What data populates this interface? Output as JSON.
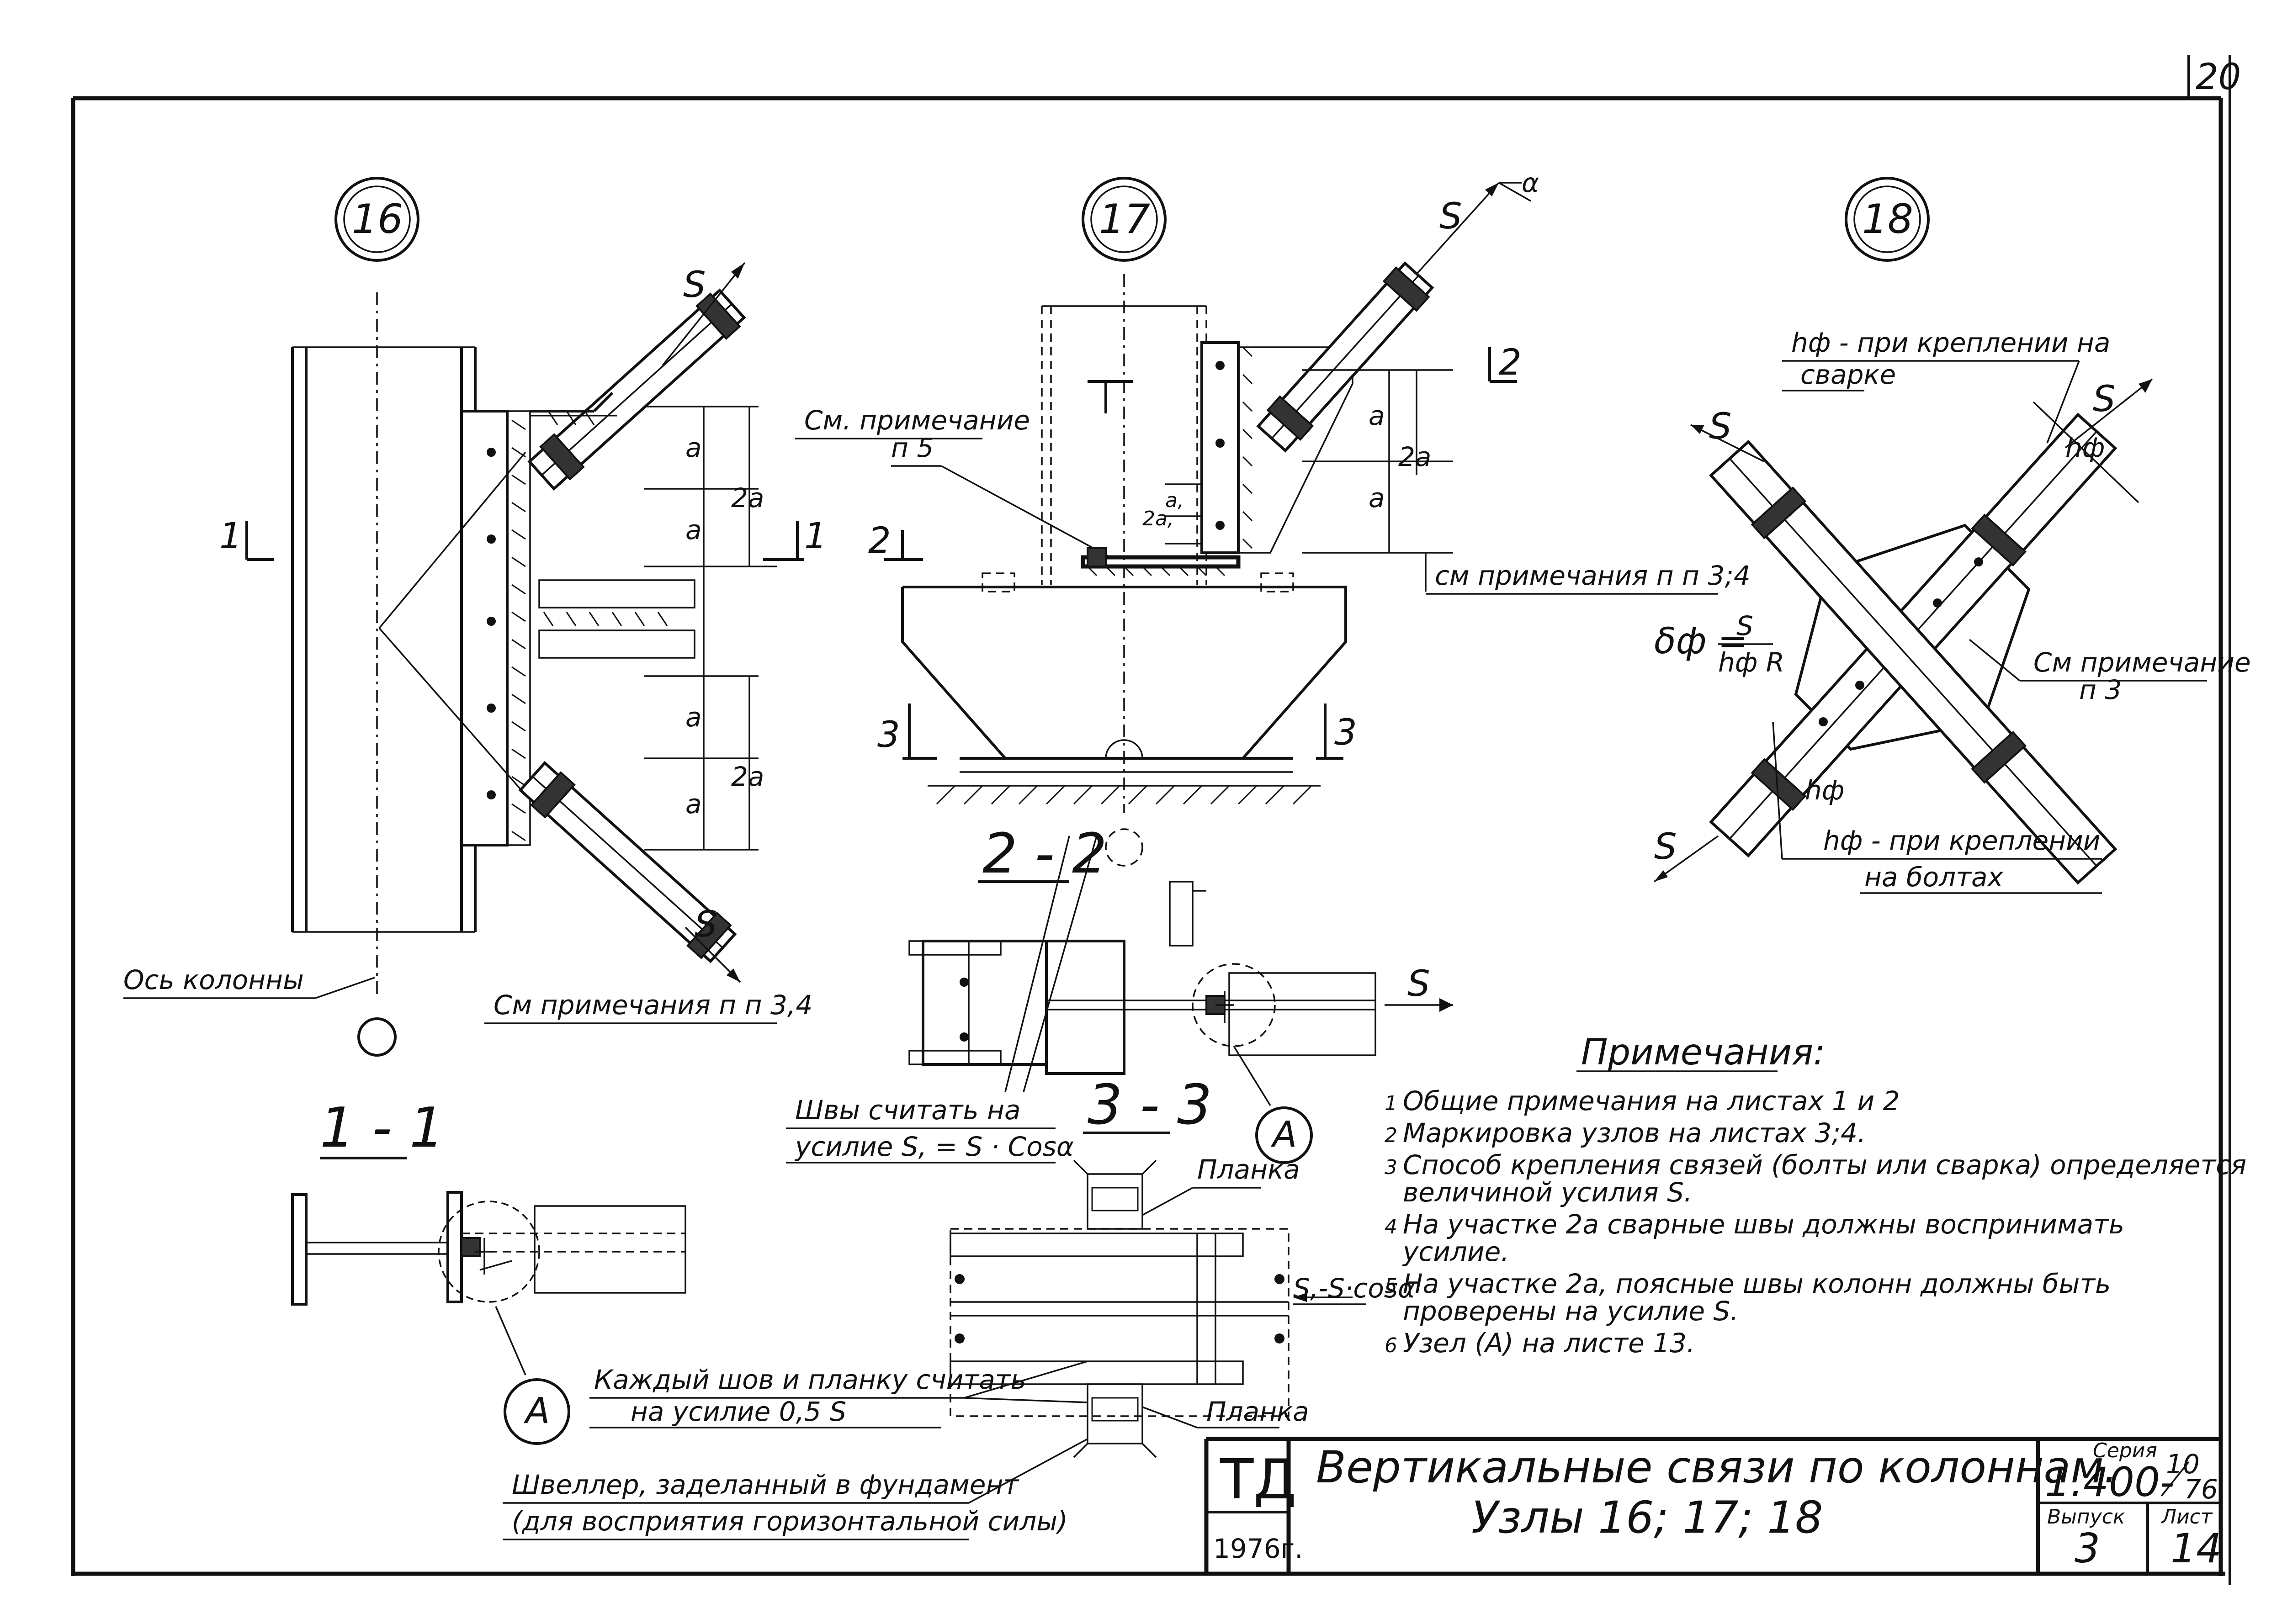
{
  "sheet": {
    "page_number": "20"
  },
  "nodes": {
    "n16": "16",
    "n17": "17",
    "n18": "18"
  },
  "sections": {
    "s11": "1 - 1",
    "s22": "2 - 2",
    "s33": "3 - 3",
    "cut1": "1",
    "cut2": "2",
    "cut3": "3",
    "detailA": "А"
  },
  "labels": {
    "force": "S",
    "alpha": "α",
    "a": "а",
    "two_a": "2а",
    "a1": "а,",
    "two_a1": "2а,",
    "column_axis": "Ось колонны",
    "see_note_34": "См примечания  п п 3,4",
    "see_note_5_line1": "См. примечание",
    "see_note_5_line2": "п 5",
    "see_note_34b": "см  примечания  п п  3;4",
    "hf_weld_line1": "hф - при креплении на",
    "hf_weld_line2": "сварке",
    "hf": "hф",
    "delta_f": "δф =",
    "frac_num": "S",
    "frac_den": "hф R",
    "see_note_3_line1": "См примечание",
    "see_note_3_line2": "п 3",
    "hf_bolt_line1": "hф - при креплении",
    "hf_bolt_line2": "на  болтах",
    "welds_line1": "Швы  считать  на",
    "welds_line2": "усилие    S, = S · Cosα",
    "plank_top": "Планка",
    "plank_bottom": "Планка",
    "s_cos": "S,-S·cosα",
    "each_weld_line1": "Каждый  шов  и  планку  считать",
    "each_weld_line2": "на   усилие  0,5 S",
    "channel_line1": "Швеллер,  заделанный    в   фундамент",
    "channel_line2": "(для   восприятия   горизонтальной  силы)"
  },
  "notes": {
    "heading": "Примечания:",
    "items": [
      {
        "n": "1",
        "text": "Общие  примечания  на  листах  1 и 2"
      },
      {
        "n": "2",
        "text": "Маркировка  узлов на  листах  3;4."
      },
      {
        "n": "3",
        "text": "Способ  крепления  связей (болты или сварка)  определяется"
      },
      {
        "n": "",
        "text": "величиной    усилия  S."
      },
      {
        "n": "4",
        "text": "На  участке  2а  сварные  швы   должны  воспринимать"
      },
      {
        "n": "",
        "text": "усилие."
      },
      {
        "n": "5",
        "text": "На  участке  2а,  поясные  швы  колонн   должны   быть"
      },
      {
        "n": "",
        "text": "проверены   на  усилие  S."
      },
      {
        "n": "6",
        "text": "Узел  (А)  на  листе  13."
      }
    ]
  },
  "title_block": {
    "logo": "ТД",
    "year": "1976г.",
    "title_line1": "Вертикальные  связи  по  колоннам.",
    "title_line2": "Узлы  16; 17; 18",
    "series_label": "Серия",
    "series_number": "1.400-",
    "series_fraction_top": "10",
    "series_fraction_bottom": "76",
    "issue_label": "Выпуск",
    "issue_value": "3",
    "sheet_label": "Лист",
    "sheet_value": "14"
  }
}
